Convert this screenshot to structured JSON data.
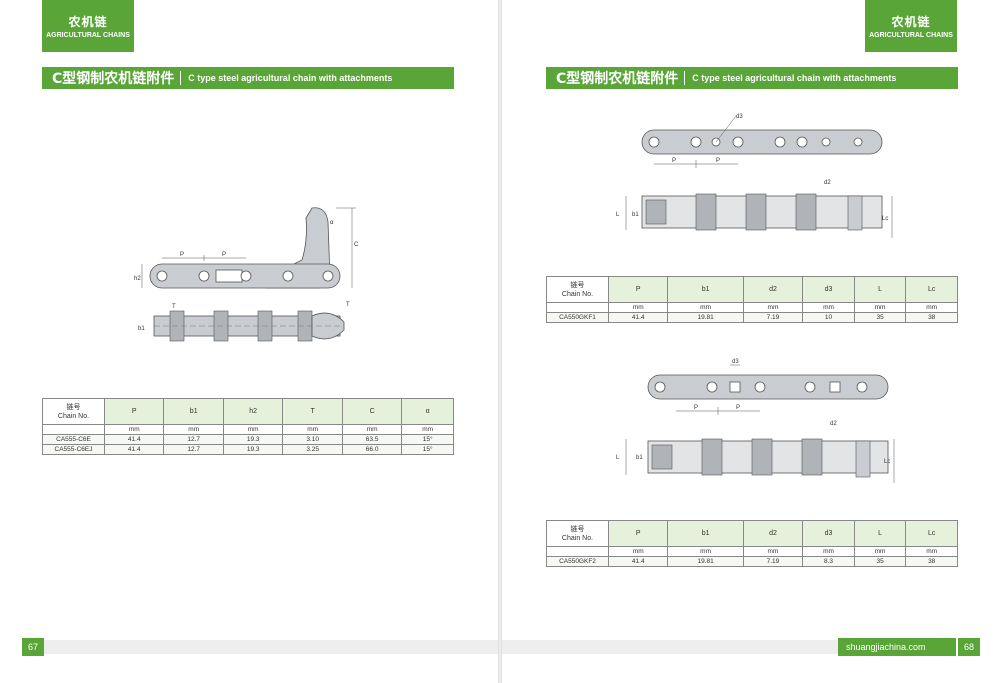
{
  "left_page": {
    "tab": {
      "cn": "农机链",
      "en": "AGRICULTURAL CHAINS"
    },
    "title": {
      "cn": "C型钢制农机链附件",
      "en": "C type steel agricultural chain with attachments"
    },
    "page_number": "67",
    "drawing_labels": {
      "p1": "P",
      "p2": "P",
      "h2": "h2",
      "t1": "T",
      "t2": "T",
      "b1": "b1",
      "c": "C",
      "alpha": "α"
    },
    "table": {
      "label_cn": "链号",
      "label_en": "Chain No.",
      "headers": [
        "P",
        "b1",
        "h2",
        "T",
        "C",
        "α"
      ],
      "units": [
        "mm",
        "mm",
        "mm",
        "mm",
        "mm",
        "mm"
      ],
      "rows": [
        {
          "name": "CA555-C6E",
          "values": [
            "41.4",
            "12.7",
            "19.3",
            "3.10",
            "63.5",
            "15°"
          ]
        },
        {
          "name": "CA555-C6EJ",
          "values": [
            "41.4",
            "12.7",
            "19.3",
            "3.25",
            "66.0",
            "15°"
          ]
        }
      ]
    }
  },
  "right_page": {
    "tab": {
      "cn": "农机链",
      "en": "AGRICULTURAL CHAINS"
    },
    "title": {
      "cn": "C型钢制农机链附件",
      "en": "C type steel agricultural chain with attachments"
    },
    "page_number": "68",
    "website": "shuangjiachina.com",
    "drawing1_labels": {
      "p1": "P",
      "p2": "P",
      "d3": "d3",
      "d2": "d2",
      "l": "L",
      "b1": "b1",
      "lc": "Lc"
    },
    "drawing2_labels": {
      "p1": "P",
      "p2": "P",
      "d3": "d3",
      "d2": "d2",
      "l": "L",
      "b1": "b1",
      "lc": "Lc"
    },
    "table1": {
      "label_cn": "链号",
      "label_en": "Chain No.",
      "headers": [
        "P",
        "b1",
        "d2",
        "d3",
        "L",
        "Lc"
      ],
      "units": [
        "mm",
        "mm",
        "mm",
        "mm",
        "mm",
        "mm"
      ],
      "rows": [
        {
          "name": "CA550GKF1",
          "values": [
            "41.4",
            "19.81",
            "7.19",
            "10",
            "35",
            "38"
          ]
        }
      ]
    },
    "table2": {
      "label_cn": "链号",
      "label_en": "Chain No.",
      "headers": [
        "P",
        "b1",
        "d2",
        "d3",
        "L",
        "Lc"
      ],
      "units": [
        "mm",
        "mm",
        "mm",
        "mm",
        "mm",
        "mm"
      ],
      "rows": [
        {
          "name": "CA550GKF2",
          "values": [
            "41.4",
            "19.81",
            "7.19",
            "8.3",
            "35",
            "38"
          ]
        }
      ]
    }
  },
  "colors": {
    "accent": "#5aa537",
    "header_fill": "#e6f1dc",
    "line": "#888888"
  }
}
